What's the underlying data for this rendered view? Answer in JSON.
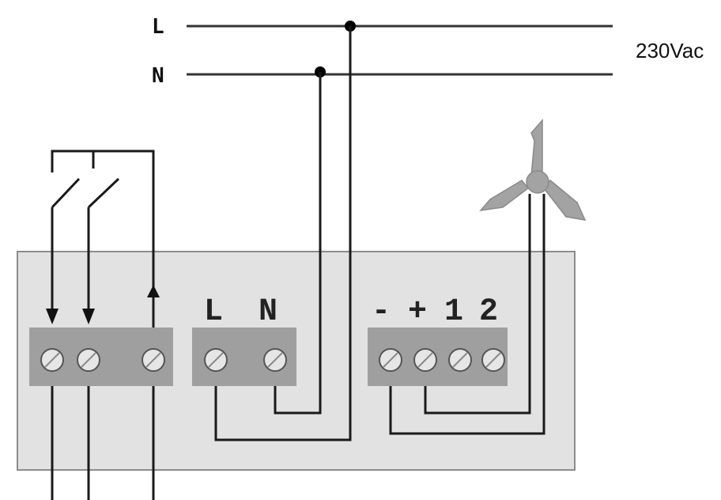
{
  "supply": {
    "line_label": "L",
    "neutral_label": "N",
    "voltage_label": "230Vac"
  },
  "block_power": {
    "labels": [
      "L",
      "N"
    ]
  },
  "block_fan": {
    "labels": [
      "-",
      "+",
      "1",
      "2"
    ]
  },
  "colors": {
    "housing": "#e2e2e2",
    "housing_border": "#8c8c8c",
    "terminal_block": "#9f9f9f",
    "wire": "#1a1a1a",
    "fan": "#a3a3a3"
  }
}
